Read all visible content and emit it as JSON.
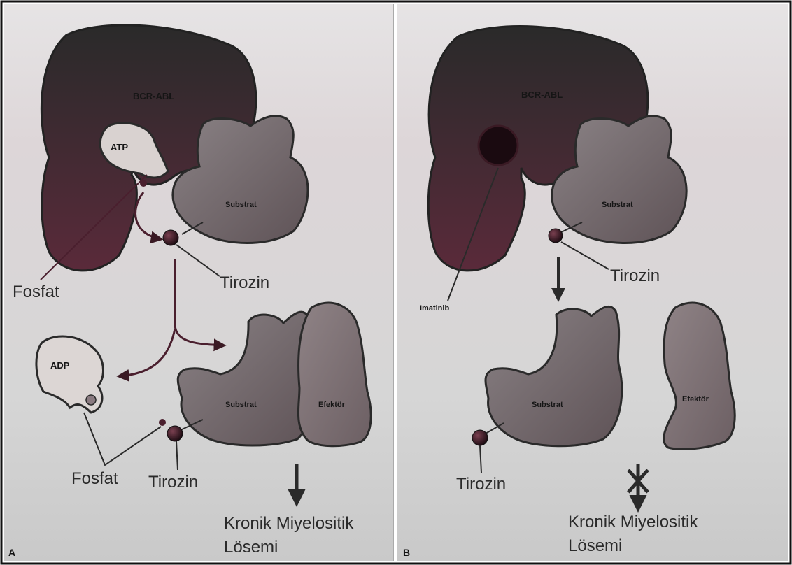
{
  "panel_a": {
    "letter": "A",
    "kinase": "BCR-ABL",
    "atp": "ATP",
    "substrate_top": "Substrat",
    "tyrosine_top": "Tirozin",
    "phosphate_top": "Fosfat",
    "adp": "ADP",
    "phosphate_bottom": "Fosfat",
    "tyrosine_bottom": "Tirozin",
    "substrate_bottom": "Substrat",
    "effector": "Efektör",
    "outcome_line1": "Kronik Miyelositik",
    "outcome_line2": "Lösemi"
  },
  "panel_b": {
    "letter": "B",
    "kinase": "BCR-ABL",
    "substrate_top": "Substrat",
    "tyrosine_top": "Tirozin",
    "inhibitor": "Imatinib",
    "substrate_bottom": "Substrat",
    "effector": "Efektör",
    "tyrosine_bottom": "Tirozin",
    "outcome_line1": "Kronik Miyelositik",
    "outcome_line2": "Lösemi"
  },
  "colors": {
    "kinase": "#4a1f2e",
    "substrate": "#6b5f64",
    "effector": "#7a6c70",
    "atp": "#d9d2d0",
    "tyrosine": "#2e0f18",
    "arrow": "#3a1a24",
    "background": "#dcdcdc"
  }
}
